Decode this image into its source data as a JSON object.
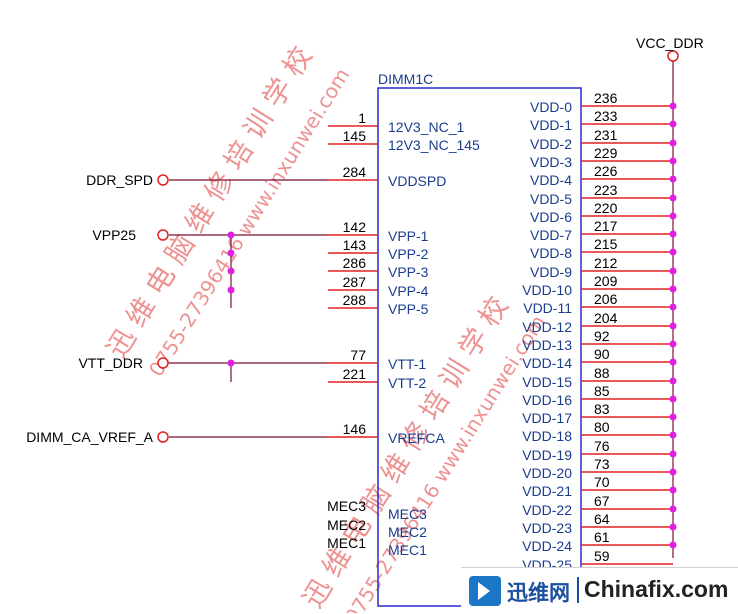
{
  "component": {
    "refdes": "DIMM1C",
    "left_pins": [
      {
        "num": "1",
        "name": "12V3_NC_1"
      },
      {
        "num": "145",
        "name": "12V3_NC_145"
      },
      {
        "num": "284",
        "name": "VDDSPD"
      },
      {
        "num": "142",
        "name": "VPP-1"
      },
      {
        "num": "143",
        "name": "VPP-2"
      },
      {
        "num": "286",
        "name": "VPP-3"
      },
      {
        "num": "287",
        "name": "VPP-4"
      },
      {
        "num": "288",
        "name": "VPP-5"
      },
      {
        "num": "77",
        "name": "VTT-1"
      },
      {
        "num": "221",
        "name": "VTT-2"
      },
      {
        "num": "146",
        "name": "VREFCA"
      },
      {
        "num": "",
        "name": "MEC3"
      },
      {
        "num": "",
        "name": "MEC2"
      },
      {
        "num": "",
        "name": "MEC1"
      }
    ],
    "right_pins": [
      {
        "num": "236",
        "name": "VDD-0"
      },
      {
        "num": "233",
        "name": "VDD-1"
      },
      {
        "num": "231",
        "name": "VDD-2"
      },
      {
        "num": "229",
        "name": "VDD-3"
      },
      {
        "num": "226",
        "name": "VDD-4"
      },
      {
        "num": "223",
        "name": "VDD-5"
      },
      {
        "num": "220",
        "name": "VDD-6"
      },
      {
        "num": "217",
        "name": "VDD-7"
      },
      {
        "num": "215",
        "name": "VDD-8"
      },
      {
        "num": "212",
        "name": "VDD-9"
      },
      {
        "num": "209",
        "name": "VDD-10"
      },
      {
        "num": "206",
        "name": "VDD-11"
      },
      {
        "num": "204",
        "name": "VDD-12"
      },
      {
        "num": "92",
        "name": "VDD-13"
      },
      {
        "num": "90",
        "name": "VDD-14"
      },
      {
        "num": "88",
        "name": "VDD-15"
      },
      {
        "num": "85",
        "name": "VDD-16"
      },
      {
        "num": "83",
        "name": "VDD-17"
      },
      {
        "num": "80",
        "name": "VDD-18"
      },
      {
        "num": "76",
        "name": "VDD-19"
      },
      {
        "num": "73",
        "name": "VDD-20"
      },
      {
        "num": "70",
        "name": "VDD-21"
      },
      {
        "num": "67",
        "name": "VDD-22"
      },
      {
        "num": "64",
        "name": "VDD-23"
      },
      {
        "num": "61",
        "name": "VDD-24"
      },
      {
        "num": "59",
        "name": "VDD-25"
      }
    ]
  },
  "nets": {
    "vcc_ddr": "VCC_DDR",
    "ddr_spd": "DDR_SPD",
    "vpp25": "VPP25",
    "vtt_ddr": "VTT_DDR",
    "dimm_ca_vref_a": "DIMM_CA_VREF_A",
    "mec3": "MEC3",
    "mec2": "MEC2",
    "mec1": "MEC1"
  },
  "watermark": {
    "line1": "迅 维 电 脑 维 修 培 训 学 校",
    "line2": "0755-27396416 www.inxunwei.com"
  },
  "badge": {
    "brand_cn": "迅维网",
    "brand_en": "Chinafix.com"
  },
  "colors": {
    "wire": "#7a1030",
    "pin_line": "#e02020",
    "body": "#2a2ad0",
    "junction": "#e020e0",
    "pin_text": "#1a3d8f",
    "watermark": "#e03a3a"
  }
}
